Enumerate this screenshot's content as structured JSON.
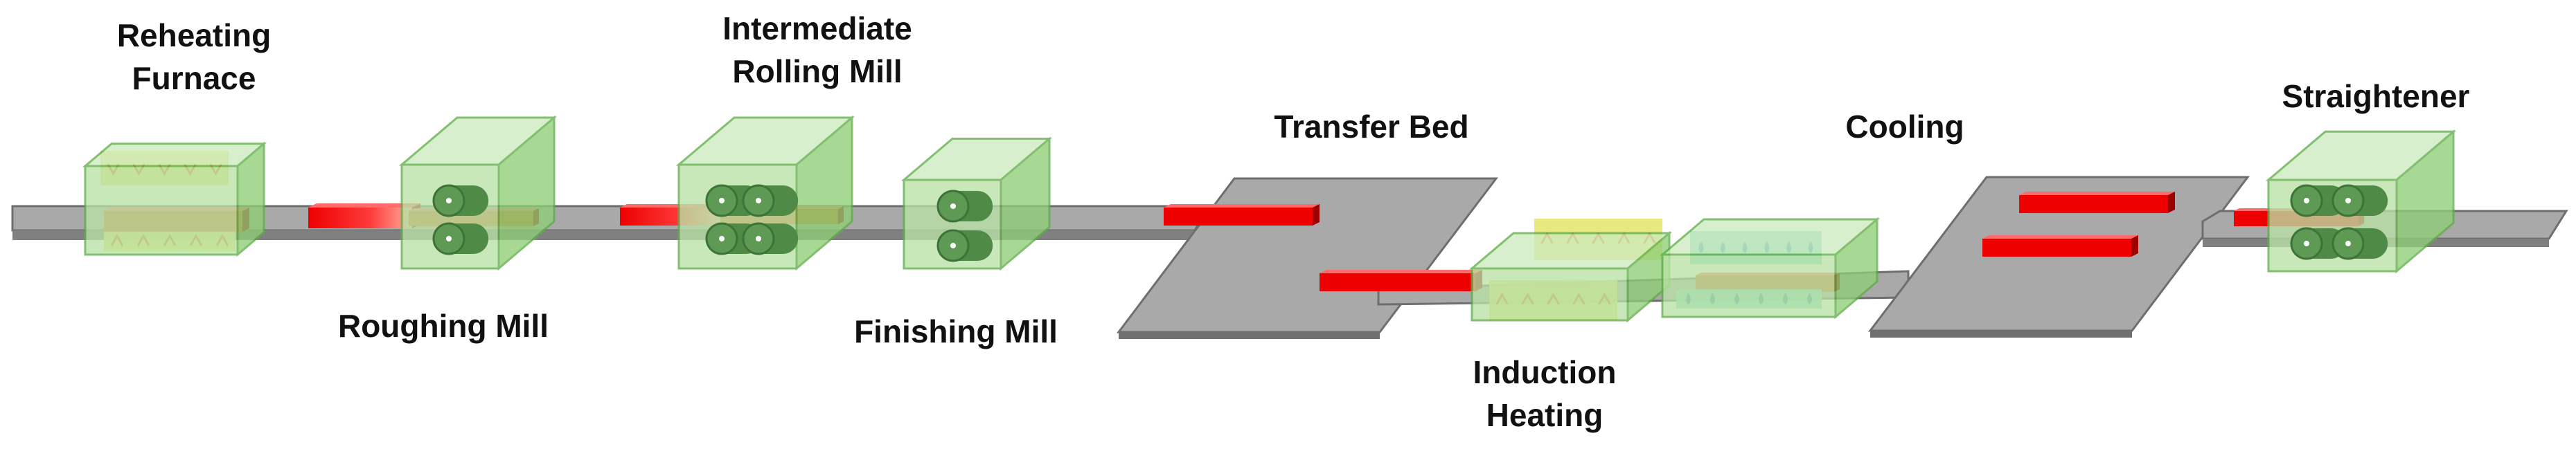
{
  "diagram": {
    "stations": [
      {
        "id": "reheating-furnace",
        "lines": [
          "Reheating",
          "Furnace"
        ]
      },
      {
        "id": "roughing-mill",
        "lines": [
          "Roughing Mill"
        ]
      },
      {
        "id": "intermediate-rolling-mill",
        "lines": [
          "Intermediate",
          "Rolling Mill"
        ]
      },
      {
        "id": "finishing-mill",
        "lines": [
          "Finishing Mill"
        ]
      },
      {
        "id": "transfer-bed",
        "lines": [
          "Transfer Bed"
        ]
      },
      {
        "id": "induction-heating",
        "lines": [
          "Induction",
          "Heating"
        ]
      },
      {
        "id": "cooling",
        "lines": [
          "Cooling"
        ]
      },
      {
        "id": "straightener",
        "lines": [
          "Straightener"
        ]
      }
    ],
    "colors": {
      "conveyor": "#a9a9a9",
      "conveyor_edge": "#6e6e6e",
      "housing_face": "#b9e2a6",
      "housing_side": "#8fcf78",
      "housing_edge": "#5fae49",
      "roller": "#5f9a55",
      "heating_panel": "#e4e56f",
      "heat_arrow": "#e3721f",
      "cooling_panel": "#7fd6c4",
      "cooling_arrow": "#2a8fa0",
      "hot_bar": "#ee0000",
      "heated_slab": "#c9621e"
    }
  }
}
